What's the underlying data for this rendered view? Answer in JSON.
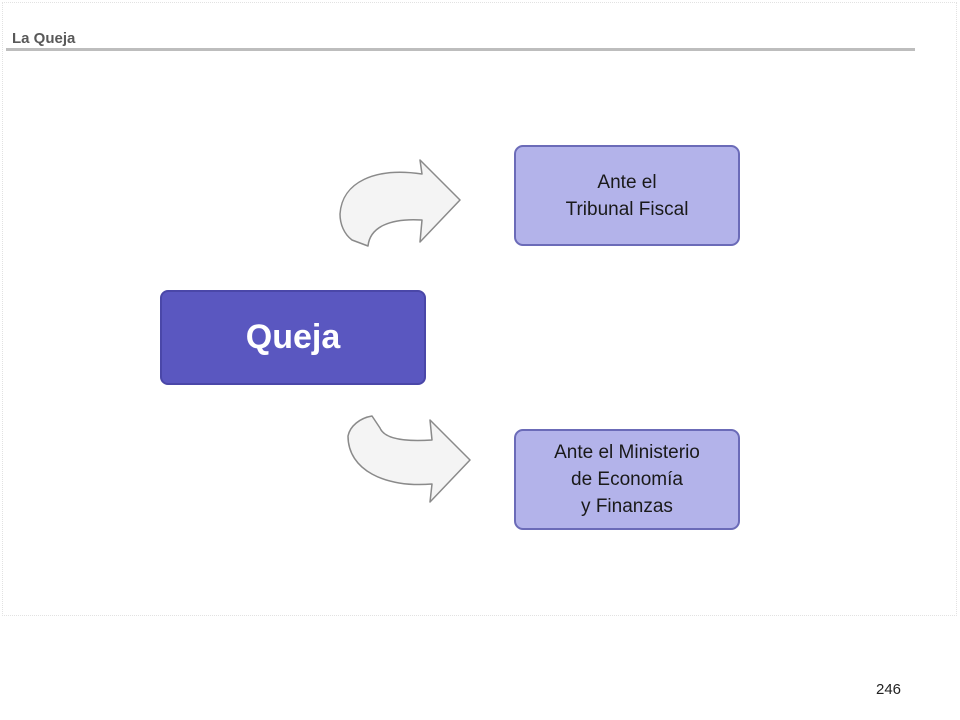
{
  "slide": {
    "title": "La Queja",
    "page_number": "246"
  },
  "diagram": {
    "source": {
      "label": "Queja"
    },
    "targets": [
      {
        "lines": [
          "Ante el",
          "Tribunal Fiscal"
        ]
      },
      {
        "lines": [
          "Ante el Ministerio",
          "de Economía",
          "y Finanzas"
        ]
      }
    ]
  },
  "colors": {
    "source_fill": "#5a57c0",
    "target_fill": "#b3b3ea",
    "target_border": "#6b6bb8",
    "arrow_fill": "#f4f4f4",
    "arrow_stroke": "#8a8a8a",
    "title_rule": "#bdbdbd"
  }
}
